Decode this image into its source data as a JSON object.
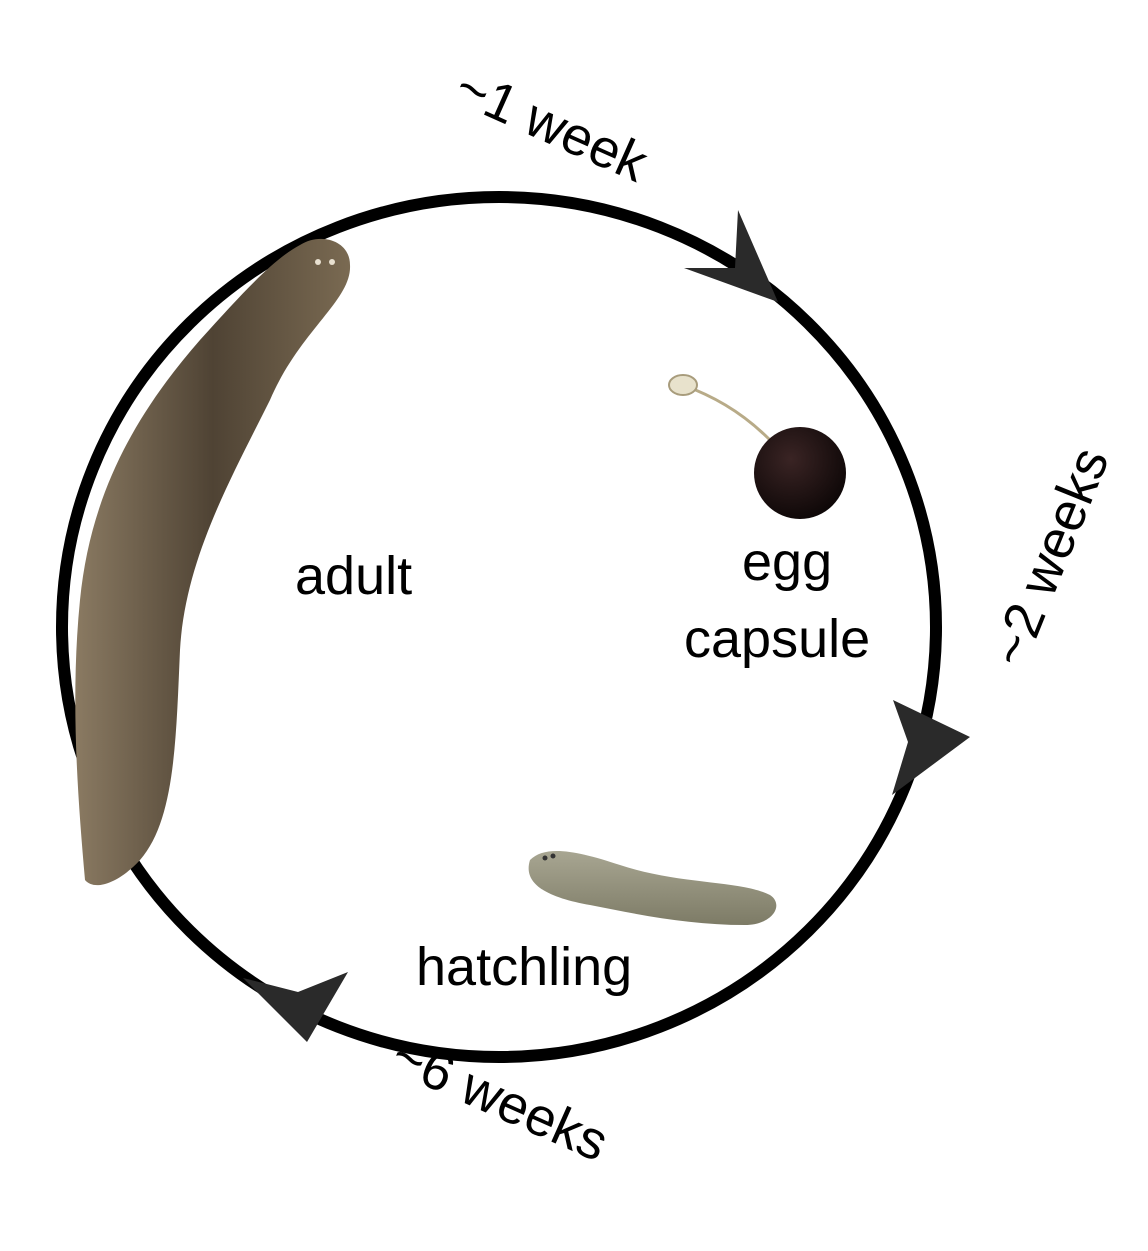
{
  "title": "Planarian life cycle",
  "stages": {
    "adult": "adult",
    "egg_capsule_line1": "egg",
    "egg_capsule_line2": "capsule",
    "hatchling": "hatchling"
  },
  "durations": {
    "adult_to_egg": "~1 week",
    "egg_to_hatchling": "~2 weeks",
    "hatchling_to_adult": "~6 weeks"
  },
  "colors": {
    "cycle": "#000000",
    "arrowhead": "#2a2a2a",
    "adult_worm": "#5e5140",
    "egg_capsule": "#1a0d0d",
    "hatchling_worm": "#8e8c78"
  }
}
